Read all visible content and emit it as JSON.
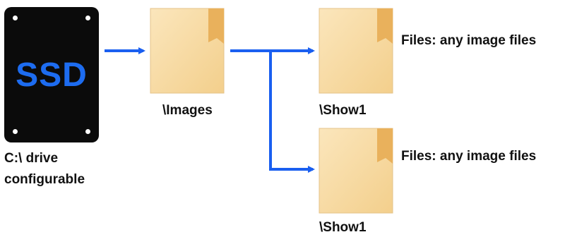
{
  "ssd": {
    "text": "SSD",
    "caption_line1": "C:\\ drive",
    "caption_line2": "configurable"
  },
  "folders": {
    "images": {
      "label": "\\Images"
    },
    "show1_top": {
      "label": "\\Show1",
      "files_note": "Files: any image files"
    },
    "show1_bottom": {
      "label": "\\Show1",
      "files_note": "Files: any image files"
    }
  },
  "colors": {
    "arrow": "#1a5ff0",
    "ssd_body": "#0b0b0b",
    "ssd_text": "#1d6cf0",
    "folder_light": "#fbe3b4",
    "folder_dark": "#e9b15c"
  }
}
